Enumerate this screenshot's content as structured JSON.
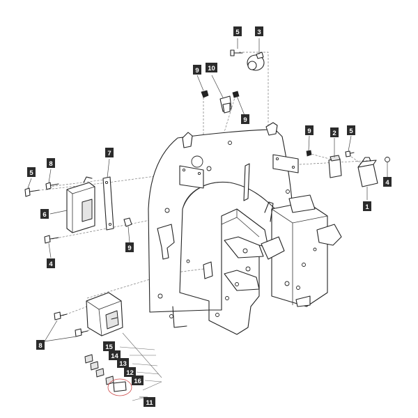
{
  "callouts": [
    {
      "label": "5"
    },
    {
      "label": "3"
    },
    {
      "label": "9"
    },
    {
      "label": "10"
    },
    {
      "label": "9"
    },
    {
      "label": "9"
    },
    {
      "label": "2"
    },
    {
      "label": "5"
    },
    {
      "label": "4"
    },
    {
      "label": "1"
    },
    {
      "label": "7"
    },
    {
      "label": "8"
    },
    {
      "label": "5"
    },
    {
      "label": "6"
    },
    {
      "label": "9"
    },
    {
      "label": "4"
    },
    {
      "label": "8"
    },
    {
      "label": "15"
    },
    {
      "label": "14"
    },
    {
      "label": "13"
    },
    {
      "label": "12"
    },
    {
      "label": "16"
    },
    {
      "label": "11"
    }
  ]
}
